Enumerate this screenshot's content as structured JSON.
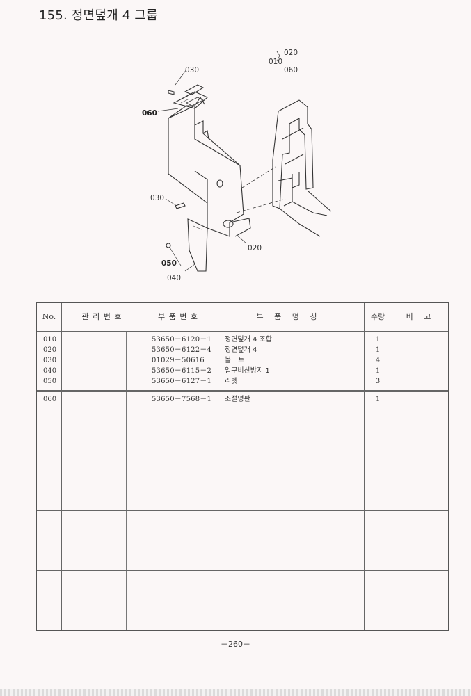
{
  "header": {
    "title": "155. 정면덮개 4 그룹"
  },
  "diagram": {
    "callouts": {
      "c010": "010",
      "c020_top": "020",
      "c060_top": "060",
      "c030_top": "030",
      "c060": "060",
      "c030_mid": "030",
      "c020": "020",
      "c050": "050",
      "c040": "040"
    }
  },
  "table": {
    "headers": {
      "no": "No.",
      "mgmt": "관 리 번 호",
      "part_no": "부 품 번 호",
      "part_name": "부 품 명 칭",
      "qty": "수량",
      "remark": "비 고"
    },
    "rows": [
      {
        "no": "010",
        "part_no": "53650－6120－1",
        "name": "정면덮개 4 조합",
        "qty": "1"
      },
      {
        "no": "020",
        "part_no": "53650－6122－4",
        "name": "정면덮개 4",
        "qty": "1"
      },
      {
        "no": "030",
        "part_no": "01029－50616",
        "name": "볼　트",
        "qty": "4"
      },
      {
        "no": "040",
        "part_no": "53650－6115－2",
        "name": "입구비산방지 1",
        "qty": "1"
      },
      {
        "no": "050",
        "part_no": "53650－6127－1",
        "name": "리벳",
        "qty": "3"
      },
      {
        "no": "060",
        "part_no": "53650－7568－1",
        "name": "조절명판",
        "qty": "1"
      }
    ]
  },
  "footer": {
    "page_number": "－260－"
  }
}
